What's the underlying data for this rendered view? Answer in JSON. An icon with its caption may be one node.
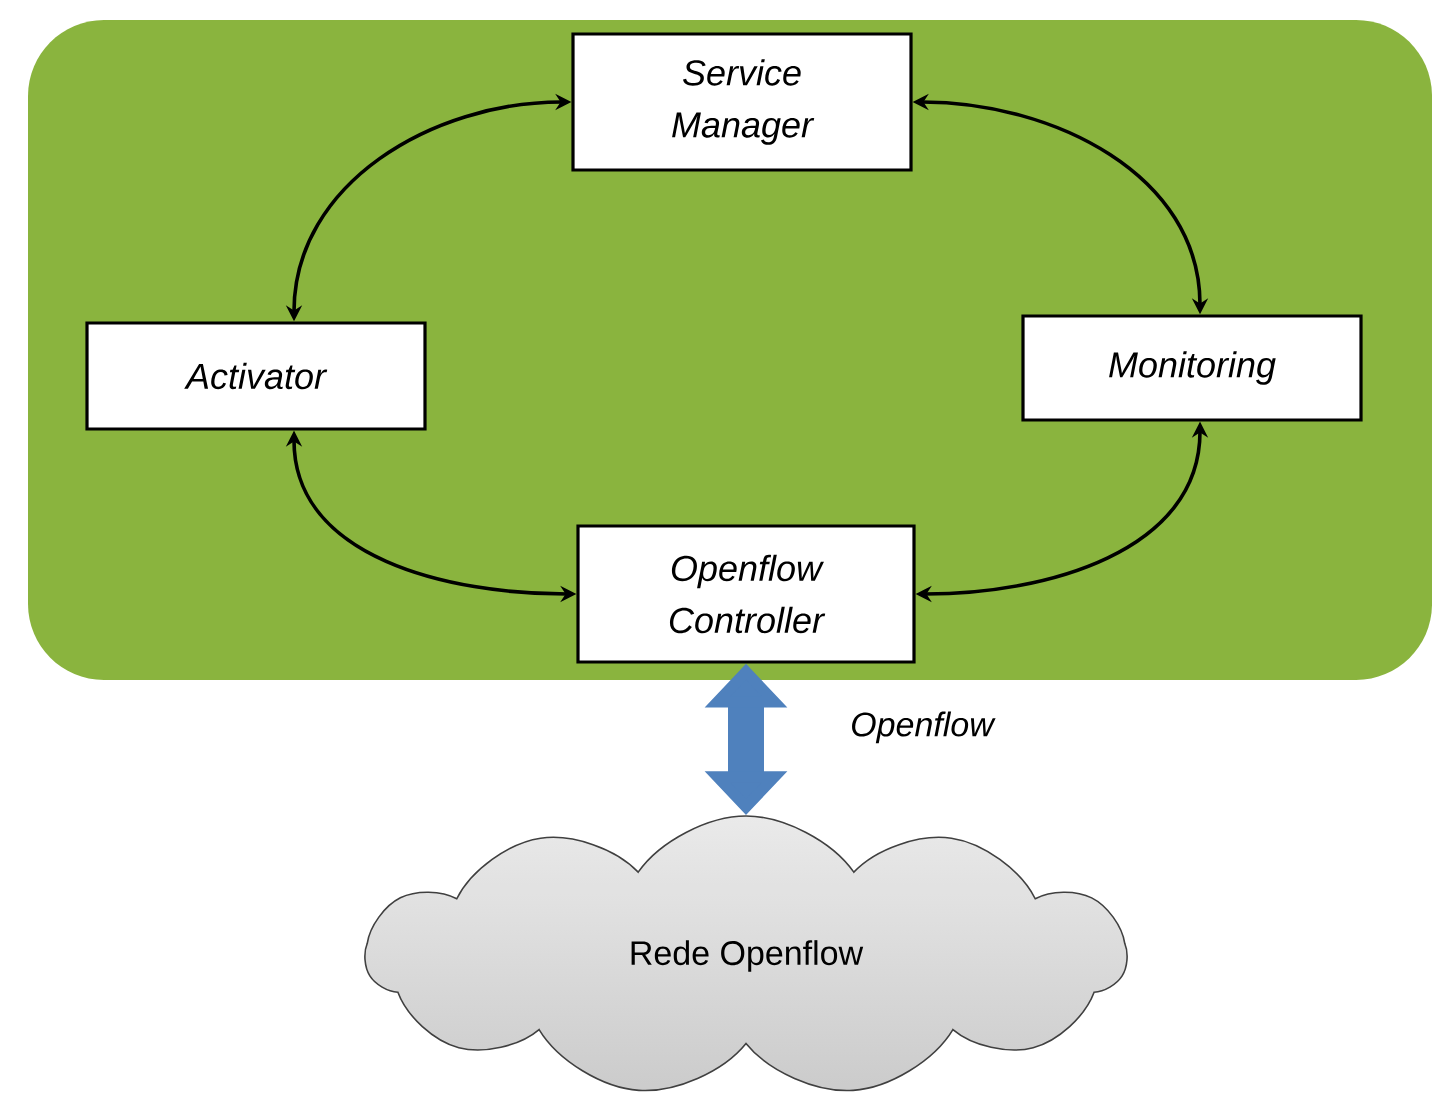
{
  "diagram": {
    "nodes": [
      {
        "text": [],
        "shape": "box"
      },
      {
        "text": [
          "Service Manager"
        ],
        "in": 0
      },
      {
        "text": [
          "Activator"
        ],
        "in": 0
      },
      {
        "text": [
          "Monitoring"
        ],
        "in": 0
      },
      {
        "text": [
          "Openflow Controller"
        ],
        "in": 0
      },
      {
        "text": [
          "Rede Openflow"
        ]
      }
    ],
    "edges": [
      {
        "from": 1,
        "to": 2,
        "arrow": "both"
      },
      {
        "from": 1,
        "to": 3,
        "arrow": "both"
      },
      {
        "from": 2,
        "to": 4,
        "arrow": "both"
      },
      {
        "from": 3,
        "to": 4,
        "arrow": "both"
      },
      {
        "from": 4,
        "to": 5,
        "arrow": "both",
        "label": "Openflow",
        "style": "thick",
        "color": "#4f81bd"
      }
    ]
  }
}
